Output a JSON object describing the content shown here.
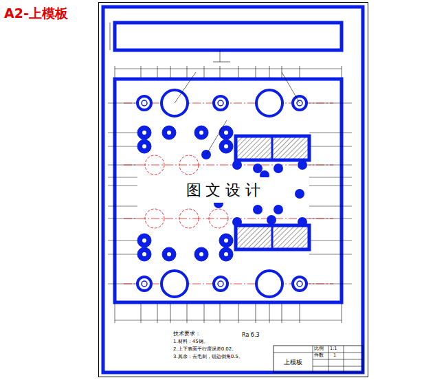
{
  "diagram": {
    "nodes": [
      {
        "text": [
          "图 文 设 计"
        ]
      },
      {
        "text": [
          "上模板"
        ]
      }
    ],
    "labels": [
      "A2-上模板",
      "技术要求：",
      "1.材料：45钢。",
      "2.上下表面平行度误差0.02。",
      "3.其余：去毛刺，锐边倒角0.5。",
      "Ra 6.3",
      "比例",
      "1:1",
      "件数",
      "1"
    ]
  }
}
